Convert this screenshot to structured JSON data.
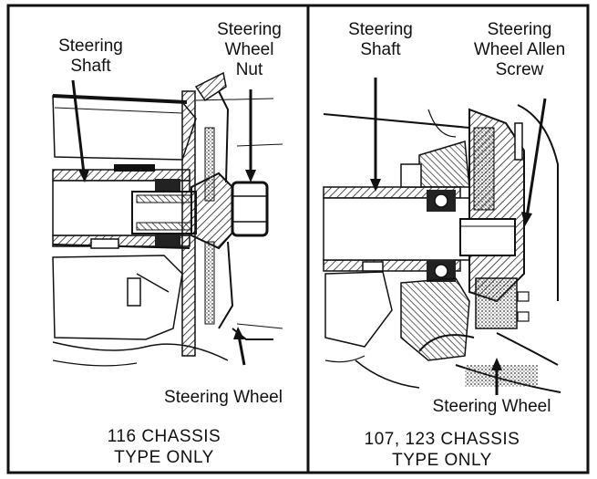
{
  "left_panel": {
    "labels": {
      "steering_shaft": [
        "Steering",
        "Shaft"
      ],
      "steering_wheel_nut": [
        "Steering",
        "Wheel",
        "Nut"
      ],
      "steering_wheel": "Steering Wheel"
    },
    "caption": [
      "116 CHASSIS",
      "TYPE ONLY"
    ]
  },
  "right_panel": {
    "labels": {
      "steering_shaft": [
        "Steering",
        "Shaft"
      ],
      "steering_wheel_allen_screw": [
        "Steering",
        "Wheel Allen",
        "Screw"
      ],
      "steering_wheel": "Steering Wheel"
    },
    "caption": [
      "107, 123 CHASSIS",
      "TYPE ONLY"
    ]
  }
}
